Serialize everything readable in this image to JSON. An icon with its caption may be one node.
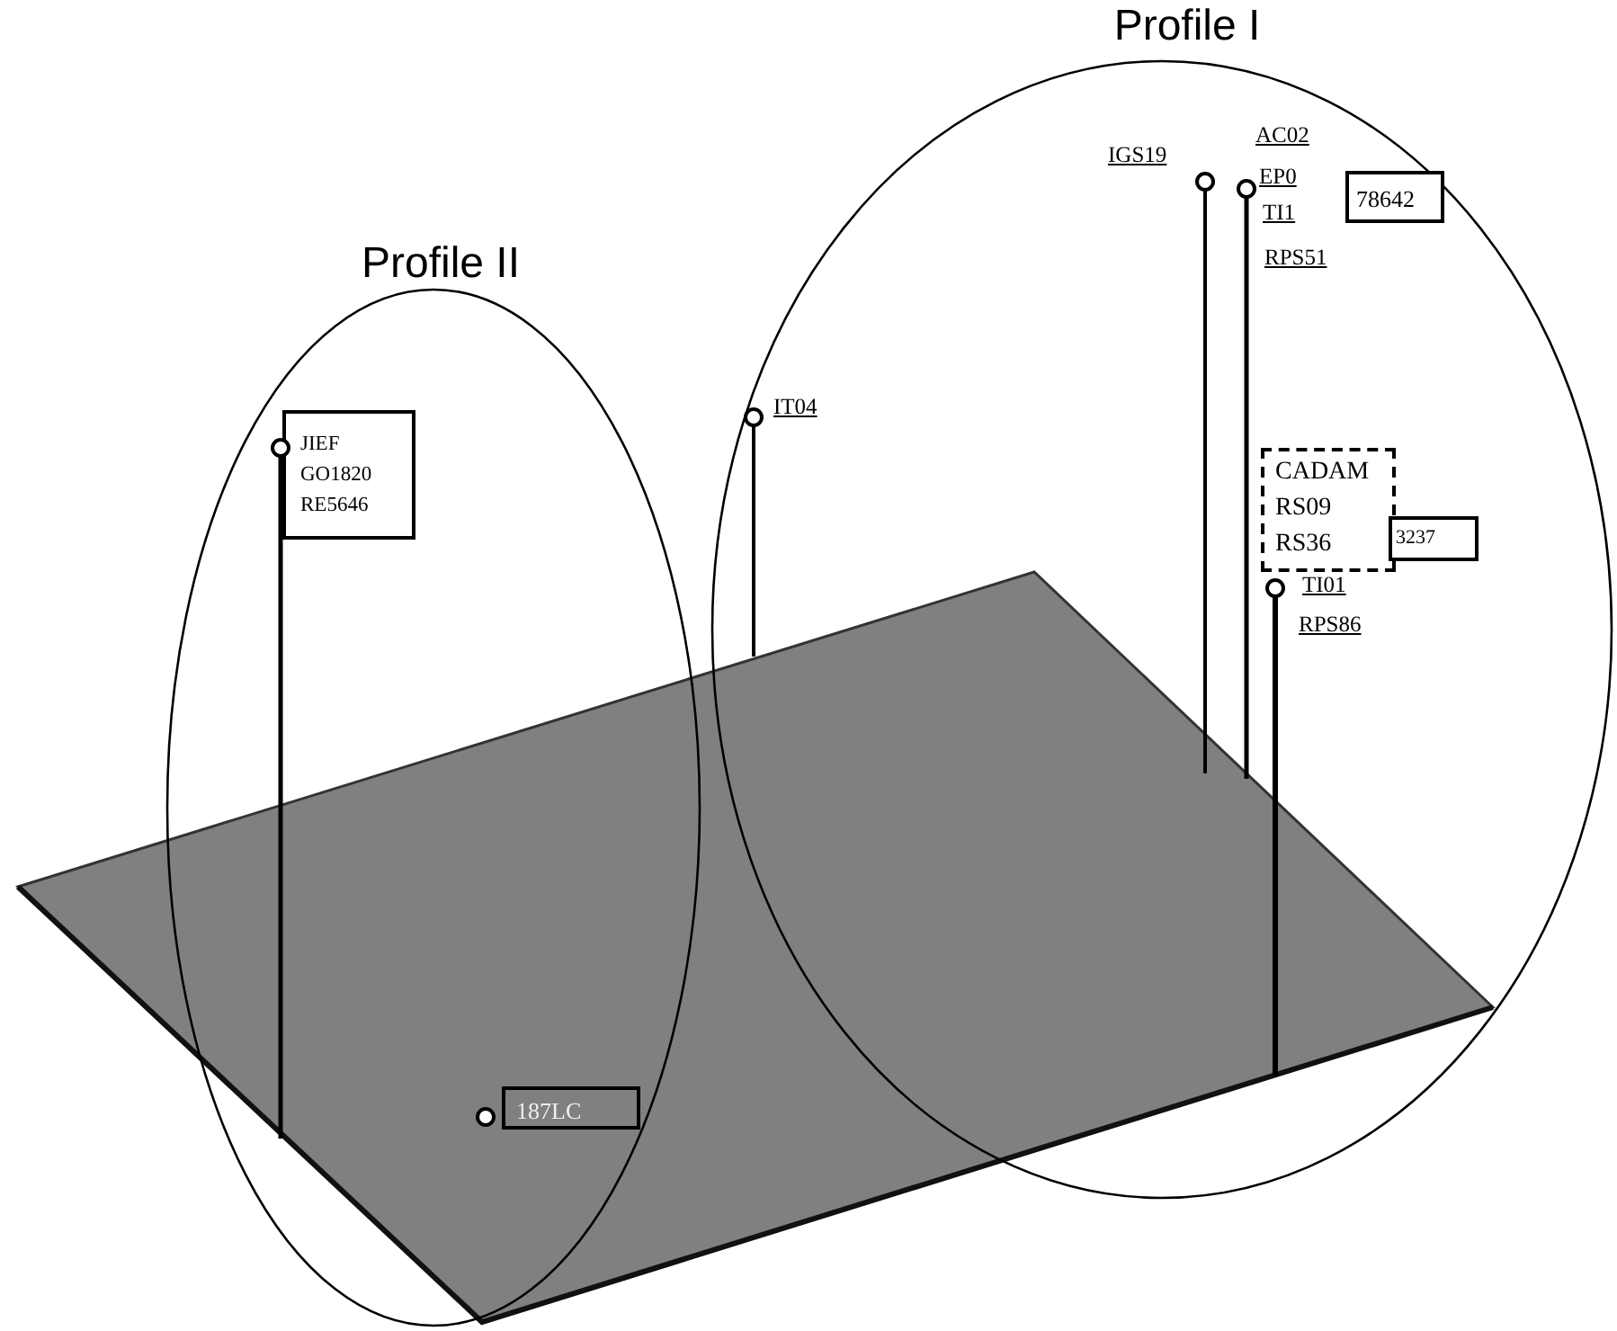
{
  "diagram": {
    "nodes": [
      {
        "text": [
          "Profile I"
        ]
      },
      {
        "text": [
          "78642"
        ],
        "in": 0
      },
      {
        "text": [
          "CADAM",
          "RS09",
          "RS36"
        ],
        "in": 0
      },
      {
        "text": [
          "3237"
        ],
        "in": 0
      },
      {
        "text": [
          "Profile II"
        ]
      },
      {
        "text": [
          "JIEF",
          "GO1820",
          "RE5646"
        ],
        "in": 4
      },
      {
        "text": [
          "187LC"
        ],
        "in": 4
      }
    ],
    "labels": [
      "AC02",
      "IGS19",
      "EP0",
      "TI1",
      "RPS51",
      "IT04",
      "TI01",
      "RPS86"
    ]
  }
}
